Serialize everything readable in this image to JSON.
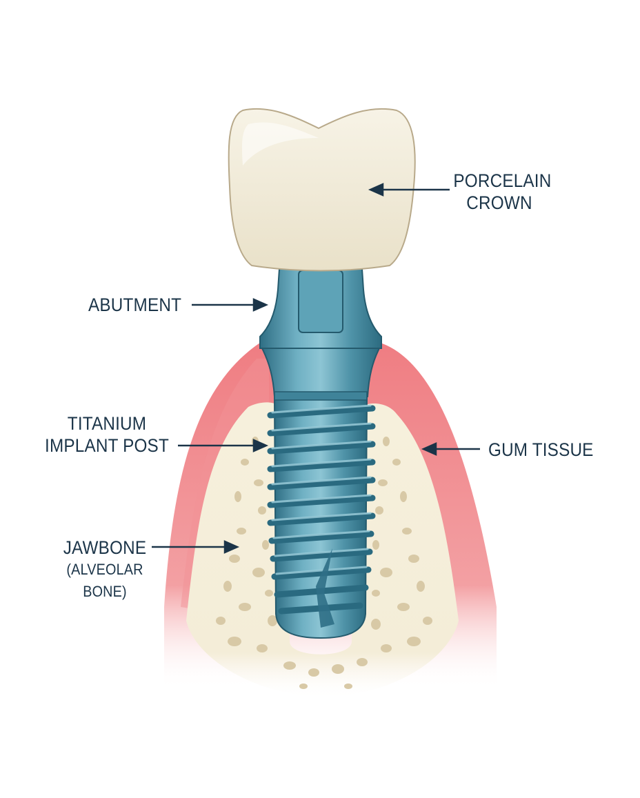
{
  "diagram": {
    "subject": "Dental implant cross-section",
    "colors": {
      "background": "#ffffff",
      "label_text": "#1b3448",
      "arrow": "#1b3448",
      "crown": "#efe9d8",
      "crown_outline": "#b8a98a",
      "implant": "#4f93a8",
      "implant_dark": "#2f6f86",
      "implant_light": "#8cc3d2",
      "gum": "#ec7b7f",
      "gum_light": "#f6b3b4",
      "bone": "#f4eedb",
      "bone_pores": "#d8c9a6"
    },
    "labels": {
      "crown_line1": "PORCELAIN",
      "crown_line2": "CROWN",
      "abutment": "ABUTMENT",
      "post_line1": "TITANIUM",
      "post_line2": "IMPLANT POST",
      "gum": "GUM TISSUE",
      "jaw_line1": "JAWBONE",
      "jaw_line2": "(ALVEOLAR BONE)"
    }
  }
}
